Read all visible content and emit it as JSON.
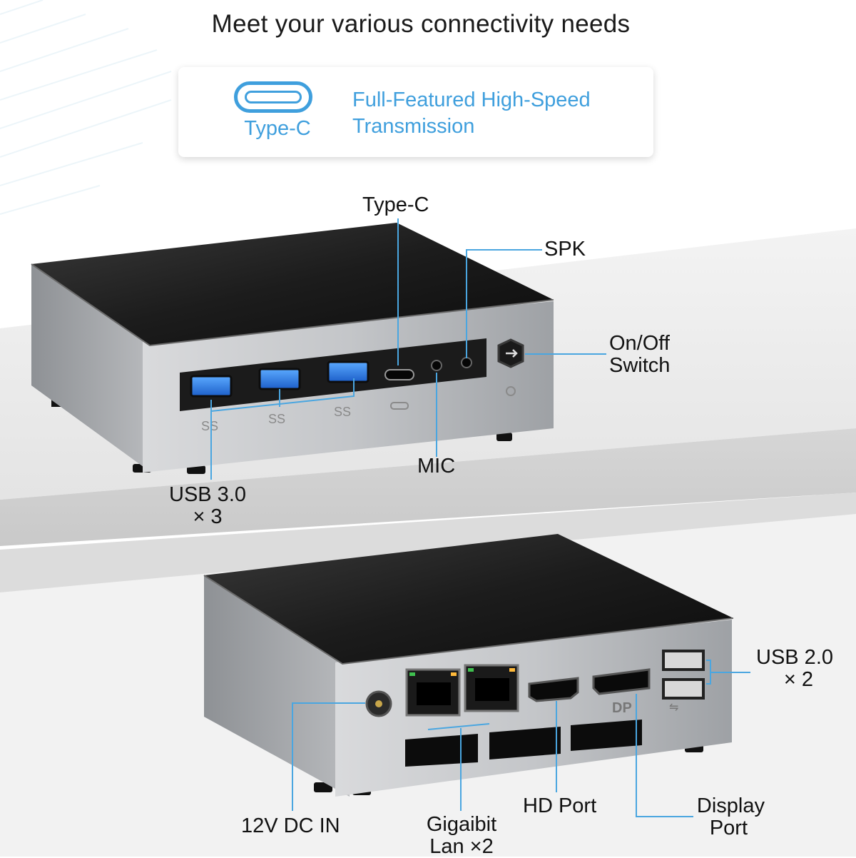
{
  "title": "Meet your various connectivity needs",
  "feature": {
    "icon_label": "Type-C",
    "icon": "usb-type-c-icon",
    "text_line1": "Full-Featured High-Speed",
    "text_line2": "Transmission"
  },
  "front_callouts": {
    "typec": "Type-C",
    "spk": "SPK",
    "onoff_line1": "On/Off",
    "onoff_line2": "Switch",
    "mic": "MIC",
    "usb3_line1": "USB 3.0",
    "usb3_line2": "× 3"
  },
  "rear_callouts": {
    "usb2_line1": "USB 2.0",
    "usb2_line2": "× 2",
    "dc_in": "12V DC IN",
    "lan_line1": "Gigaibit",
    "lan_line2": "Lan ×2",
    "hd_port": "HD Port",
    "dp_line1": "Display",
    "dp_line2": "Port"
  },
  "colors": {
    "accent": "#3f9fdd",
    "callout_line": "#4aa6e0",
    "device_top": "#1b1b1b",
    "device_body": "#b7b9bc"
  }
}
